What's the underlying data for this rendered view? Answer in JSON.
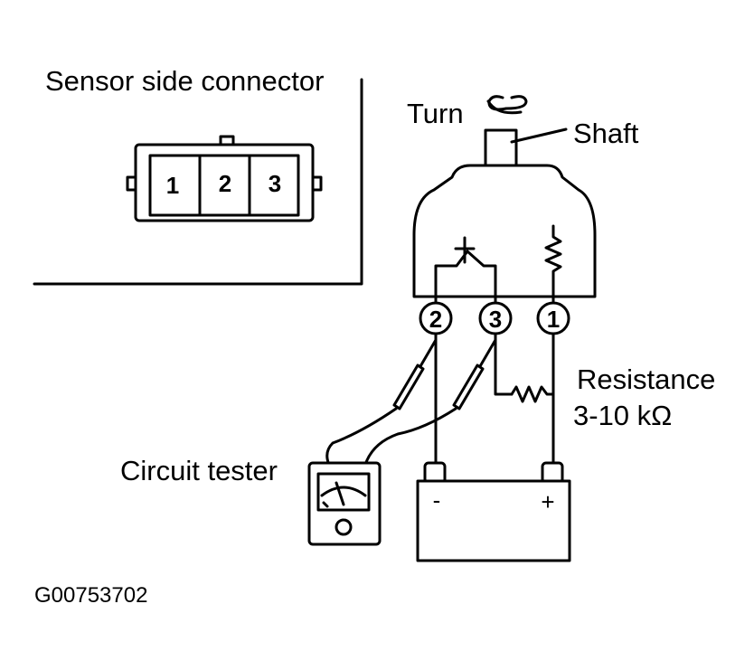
{
  "connector": {
    "title": "Sensor side connector",
    "pins": [
      "1",
      "2",
      "3"
    ]
  },
  "sensor": {
    "turn_label": "Turn",
    "shaft_label": "Shaft",
    "terminals": [
      "2",
      "3",
      "1"
    ]
  },
  "resistance": {
    "label": "Resistance",
    "value": "3-10 kΩ"
  },
  "tester": {
    "label": "Circuit tester"
  },
  "battery": {
    "neg": "-",
    "pos": "+"
  },
  "figure_id": "G00753702"
}
